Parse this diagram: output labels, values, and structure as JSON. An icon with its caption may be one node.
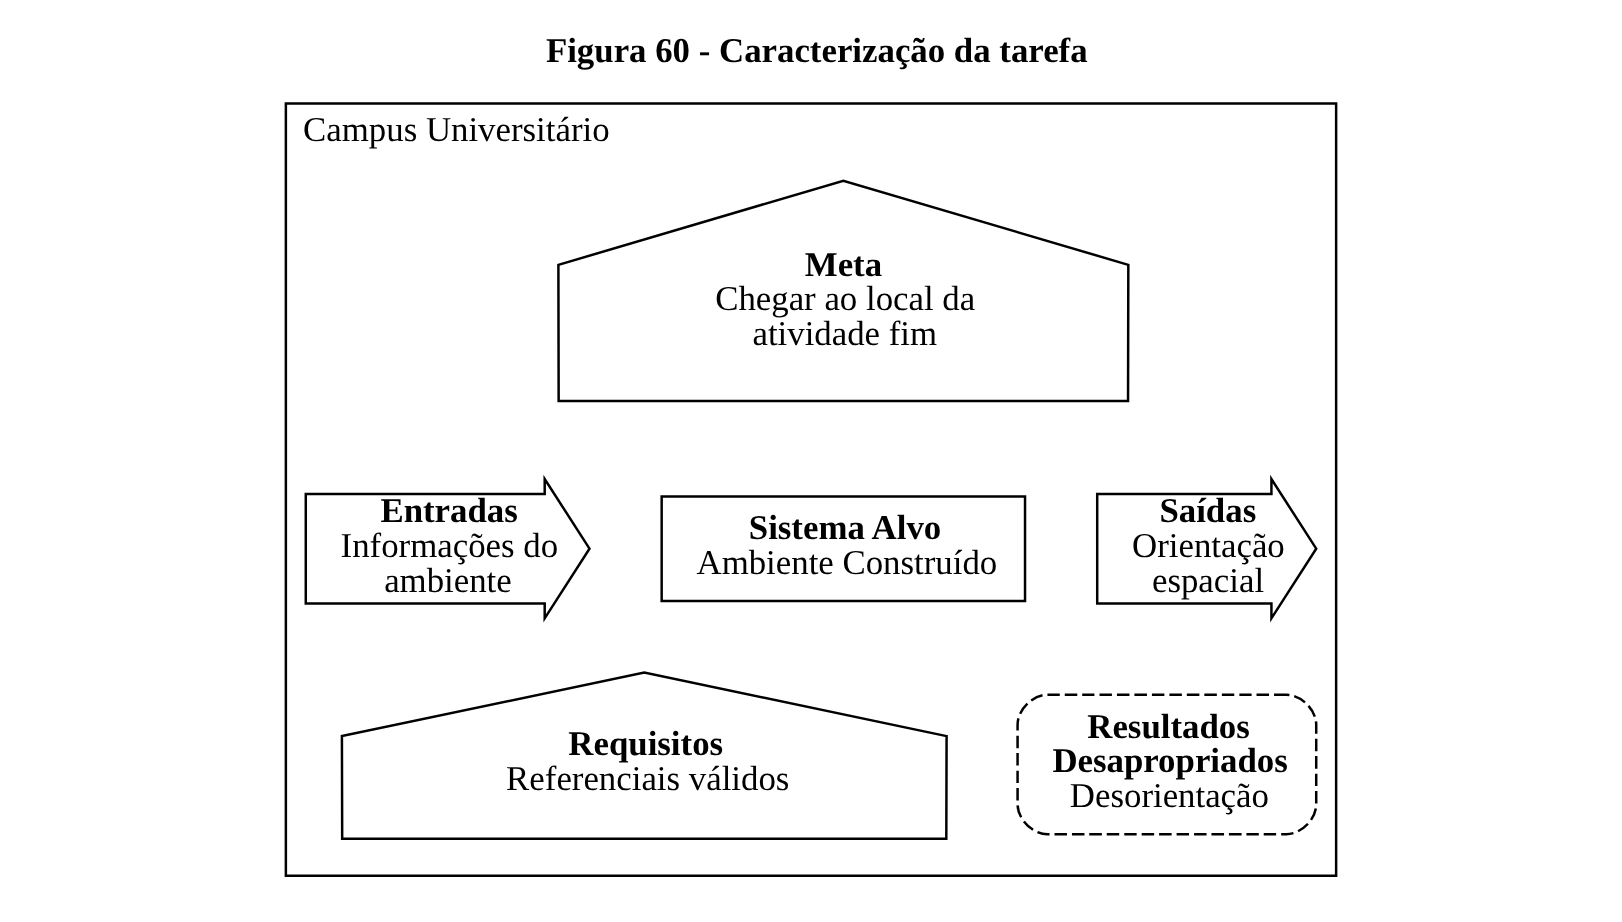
{
  "diagram": {
    "title": "Figura 60 - Caracterização da tarefa",
    "nodes": [
      {
        "text": [
          "Campus Universitário"
        ]
      },
      {
        "text": [
          "Meta",
          "Chegar ao local da atividade fim"
        ],
        "in": 0
      },
      {
        "text": [
          "Entradas",
          "Informações do ambiente"
        ],
        "in": 0
      },
      {
        "text": [
          "Sistema Alvo",
          "Ambiente Construído"
        ],
        "in": 0
      },
      {
        "text": [
          "Saídas",
          "Orientação espacial"
        ],
        "in": 0
      },
      {
        "text": [
          "Requisitos",
          "Referenciais válidos"
        ],
        "in": 0
      },
      {
        "text": [
          "Resultados Desapropriados",
          "Desorientação"
        ],
        "in": 0
      }
    ]
  }
}
